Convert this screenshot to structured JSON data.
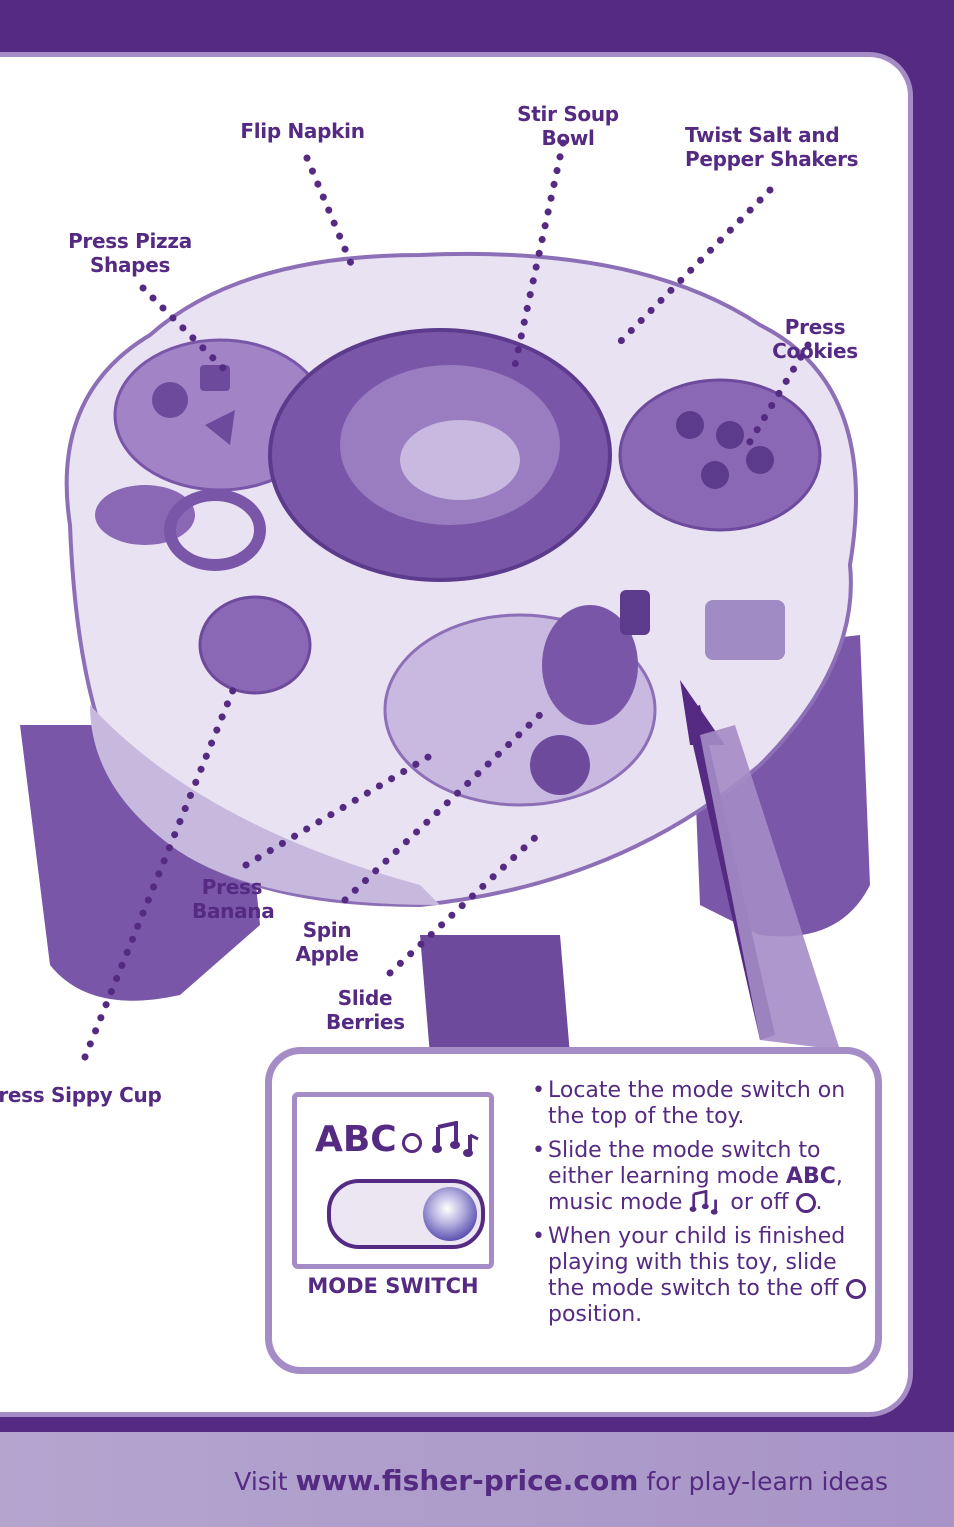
{
  "callouts": {
    "flip_napkin": "Flip Napkin",
    "stir_soup_bowl": "Stir Soup Bowl",
    "twist_salt_pepper": "Twist Salt and\nPepper Shakers",
    "press_pizza_shapes": "Press Pizza\nShapes",
    "press_cookies": "Press Cookies",
    "press_banana": "Press\nBanana",
    "spin_apple": "Spin\nApple",
    "slide_berries": "Slide\nBerries",
    "press_sippy_cup": "Press Sippy Cup"
  },
  "mode_switch": {
    "abc_label": "ABC",
    "caption": "MODE SWITCH"
  },
  "instructions": {
    "bullet1": "Locate the mode switch on the top of the toy.",
    "bullet2_a": "Slide the mode switch to either learning mode ",
    "bullet2_abc": "ABC",
    "bullet2_b": ", music mode ",
    "bullet2_c": " or off ",
    "bullet2_d": ".",
    "bullet3_a": "When your child is finished playing with this toy, slide the mode switch to the off ",
    "bullet3_b": "position."
  },
  "footer": {
    "visit": "Visit ",
    "url": "www.fisher-price.com",
    "rest": " for play-learn ideas"
  },
  "colors": {
    "brand_purple": "#552a82",
    "light_purple": "#a58cc6",
    "footer_band": "#b4a5cf"
  }
}
